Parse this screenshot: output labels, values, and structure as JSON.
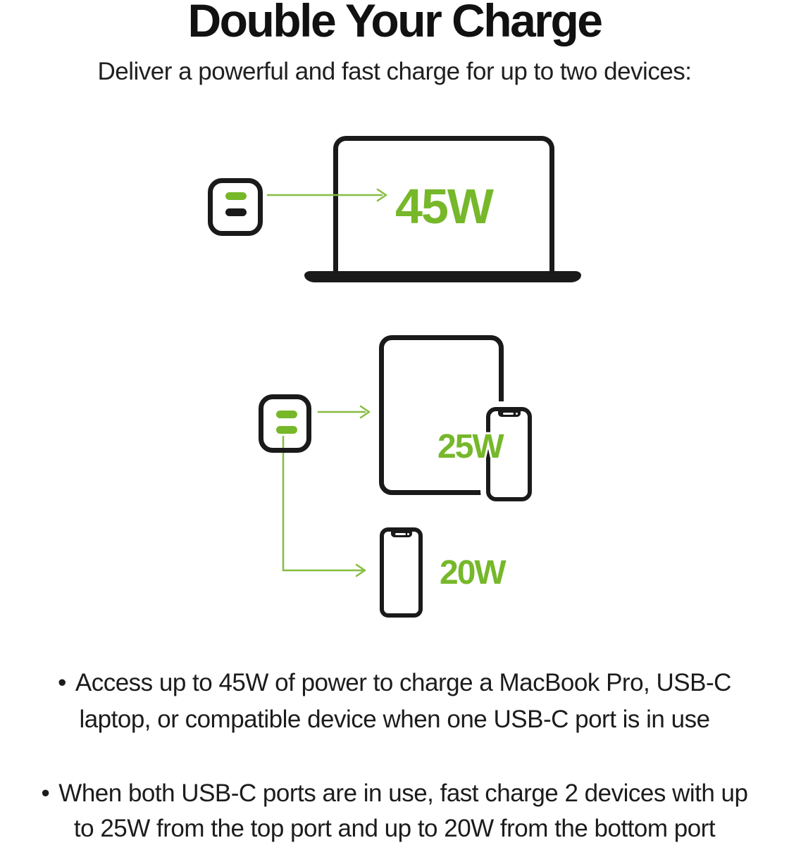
{
  "header": {
    "title": "Double Your Charge",
    "subtitle": "Deliver a powerful and fast charge for up to two devices:"
  },
  "colors": {
    "accent_green": "#76B82A",
    "connector_green": "#86BD40",
    "ink_black": "#1A1A1A",
    "background": "#FFFFFF"
  },
  "diagram": {
    "scenarios": [
      {
        "wattage": "45W",
        "charger_icon": "dual-port-usb-c-charger-icon",
        "ports_lit": "top",
        "target_icon": "laptop-icon"
      },
      {
        "wattage": "25W",
        "charger_icon": "dual-port-usb-c-charger-icon",
        "ports_lit": "both",
        "target_icon": "tablet-and-phone-icons"
      },
      {
        "wattage": "20W",
        "target_icon": "smartphone-icon"
      }
    ]
  },
  "bullets": [
    {
      "marker": "•",
      "lines": [
        "Access up to 45W of power to charge a MacBook Pro, USB-C",
        "laptop, or compatible device when one USB-C port is in use"
      ]
    },
    {
      "marker": "•",
      "lines": [
        "When both USB-C ports are in use, fast charge 2 devices with up",
        "to 25W from the top port and up to 20W from the bottom port"
      ]
    }
  ]
}
